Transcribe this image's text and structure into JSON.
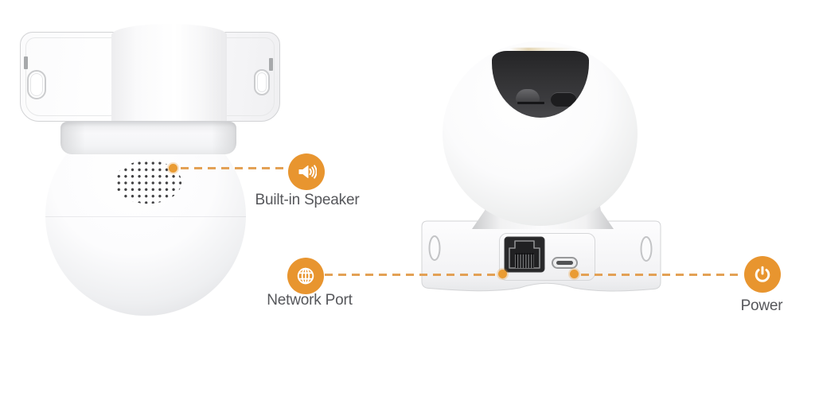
{
  "annotations": {
    "speaker": {
      "label": "Built-in Speaker",
      "icon": "speaker-icon"
    },
    "network": {
      "label": "Network Port",
      "icon": "globe-icon"
    },
    "power": {
      "label": "Power",
      "icon": "power-icon"
    }
  },
  "colors": {
    "accent_orange": "#E8952F",
    "leader_dash": "#E3A155",
    "point_dot": "#EA9C33",
    "label_text": "#56575B",
    "port_housing": "#28282A"
  }
}
